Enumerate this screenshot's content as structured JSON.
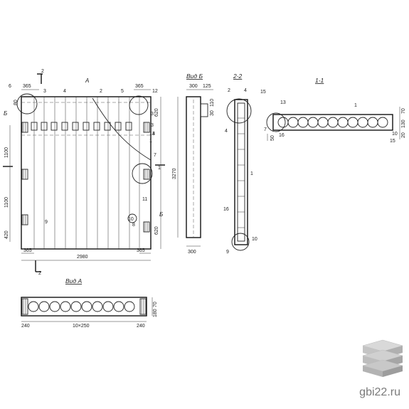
{
  "views": {
    "vid_b": "Вид Б",
    "section_22": "2-2",
    "section_11": "1-1",
    "vid_a": "Вид А"
  },
  "main_plan": {
    "marks": [
      "2",
      "2",
      "1",
      "А",
      "Б",
      "Б"
    ],
    "dims_top": [
      "365",
      "365"
    ],
    "dims_bottom": [
      "365",
      "2980",
      "365"
    ],
    "dims_left": [
      "1100",
      "1100",
      "420",
      "80"
    ],
    "dims_right": [
      "620",
      "620"
    ],
    "callouts": [
      "6",
      "3",
      "4",
      "2",
      "5",
      "12",
      "7",
      "1",
      "11",
      "10",
      "8",
      "13",
      "9",
      "3",
      "3",
      "4"
    ]
  },
  "vid_b_dims": [
    "300",
    "125",
    "110",
    "30",
    "3270",
    "300"
  ],
  "section_22_callouts": [
    "2",
    "4",
    "15",
    "4",
    "1",
    "16",
    "9",
    "10"
  ],
  "section_11_dims": [
    "70",
    "130",
    "20",
    "50",
    "15",
    "10"
  ],
  "section_11_callouts": [
    "13",
    "1",
    "7",
    "16"
  ],
  "vid_a_dims": [
    "240",
    "10×250",
    "240",
    "70",
    "180"
  ],
  "watermark": "gbi22.ru"
}
